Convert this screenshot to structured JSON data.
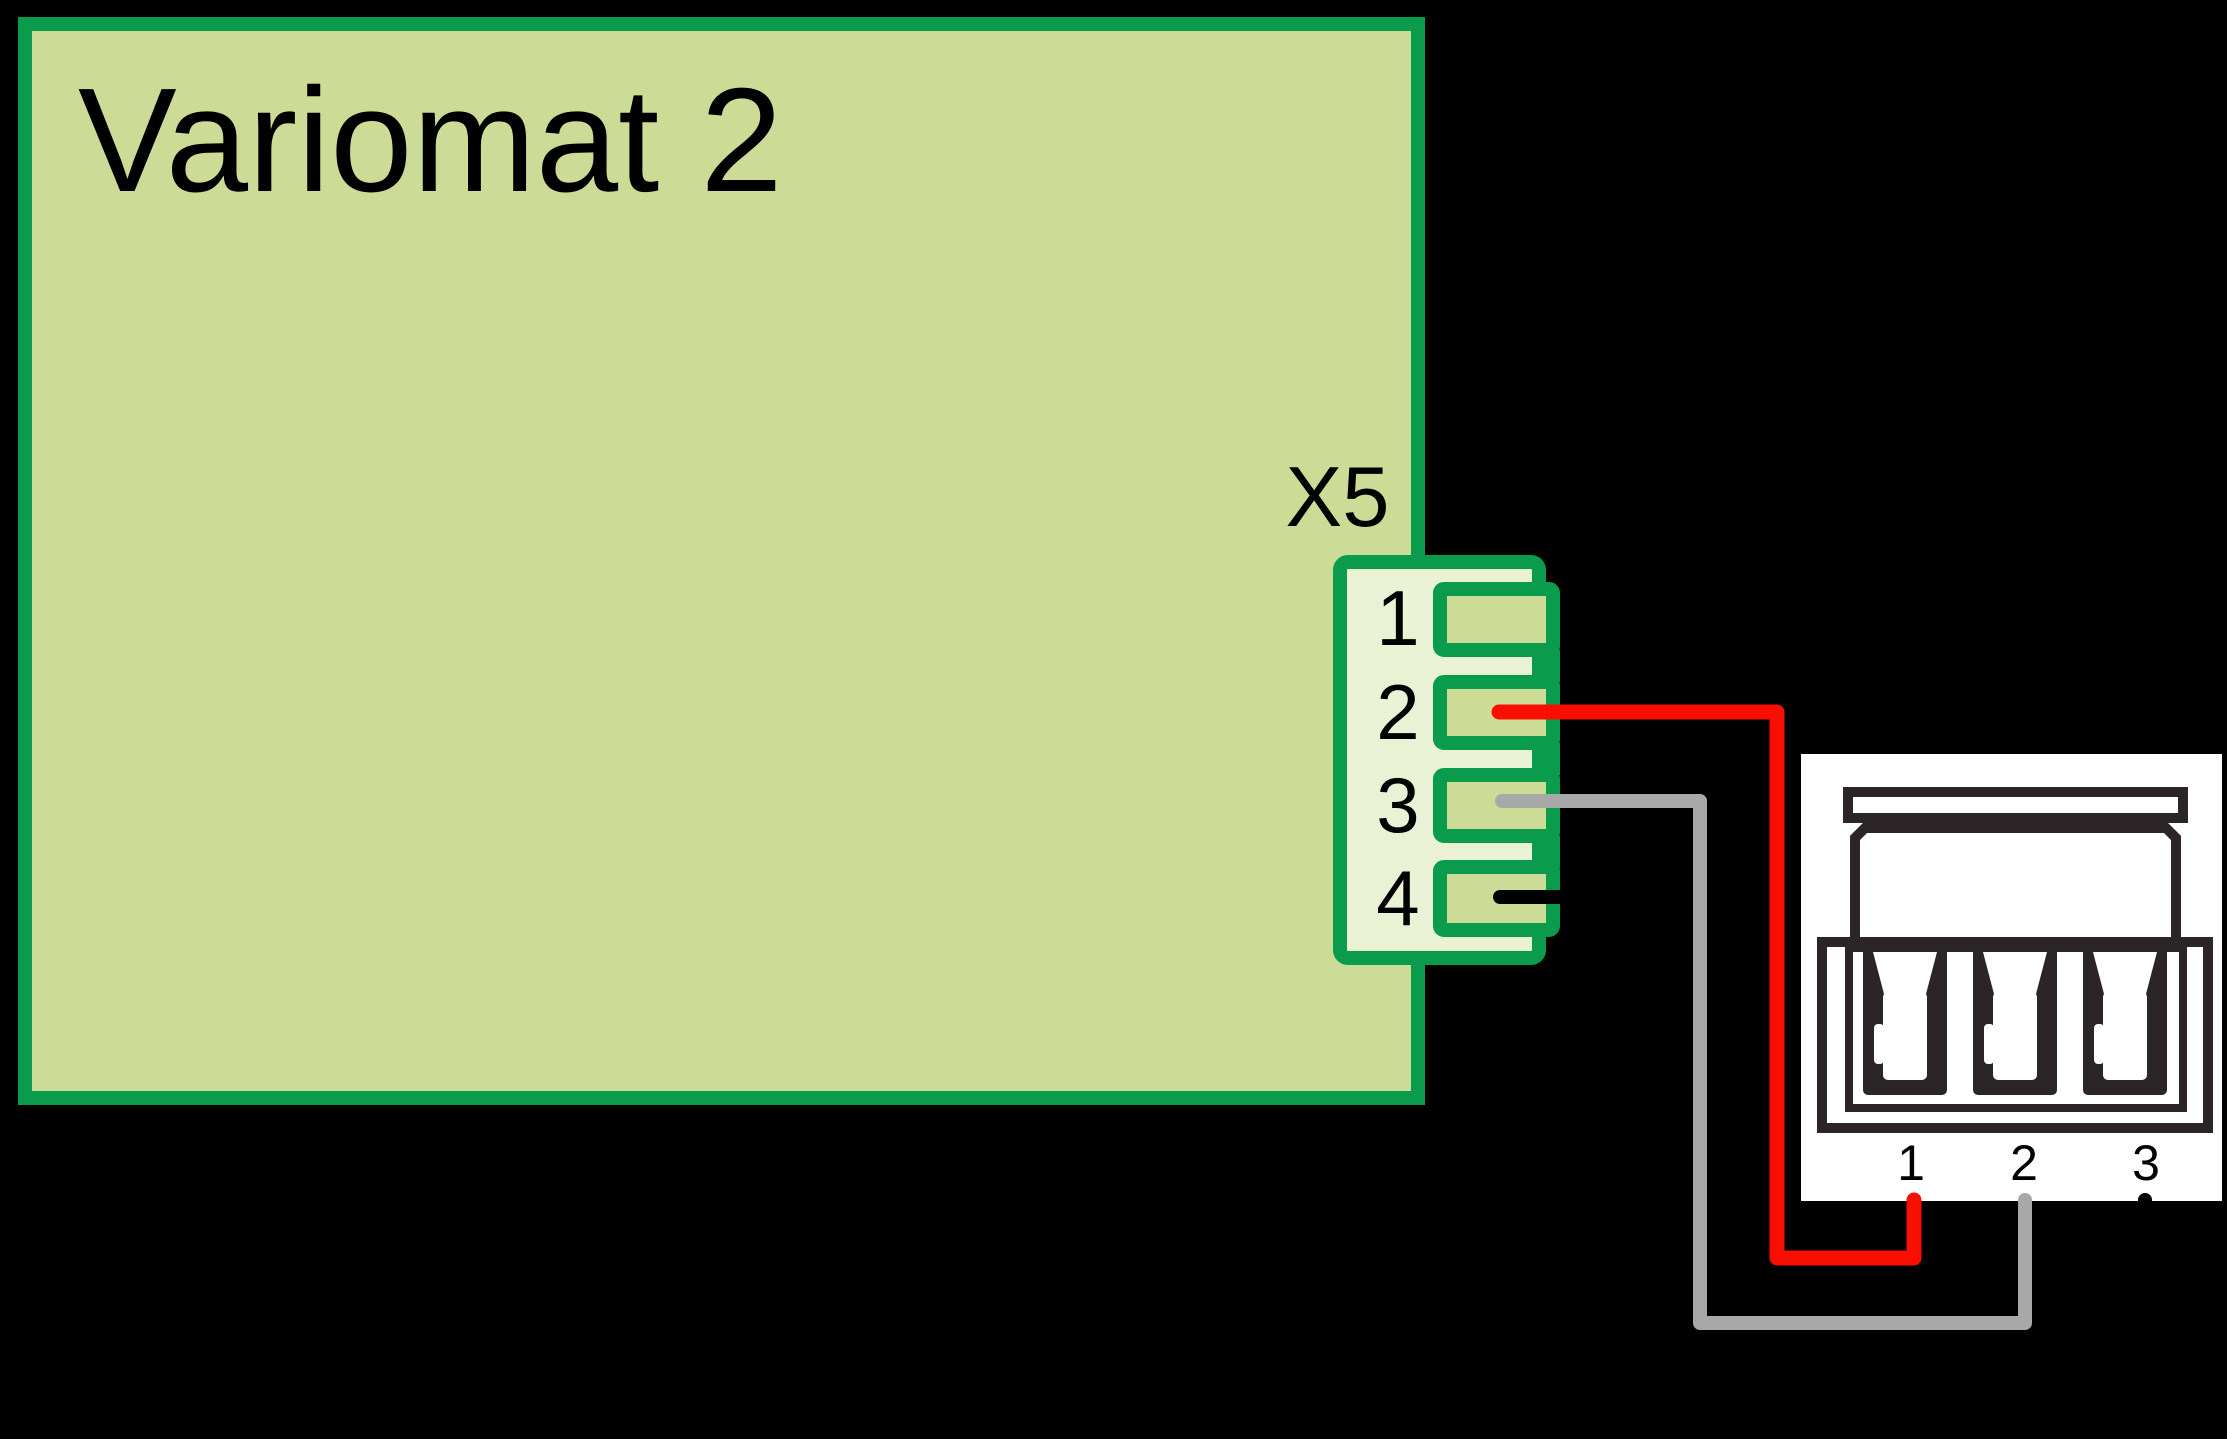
{
  "board": {
    "title": "Variomat 2",
    "fill_color": "#ccdc96",
    "border_color": "#0a9b4c"
  },
  "connector": {
    "label": "X5",
    "body_fill_color": "#eaf2d5",
    "pin_fill_color": "#ccdc96",
    "pins": [
      {
        "label": "1"
      },
      {
        "label": "2"
      },
      {
        "label": "3"
      },
      {
        "label": "4"
      }
    ]
  },
  "wires": [
    {
      "name": "red-wire",
      "color": "#f90f02",
      "from": "X5 pin 2",
      "to": "terminal 1"
    },
    {
      "name": "gray-wire",
      "color": "#a8a8a8",
      "from": "X5 pin 3",
      "to": "terminal 2"
    },
    {
      "name": "black-wire",
      "color": "#000000",
      "from": "X5 pin 4",
      "to": "terminal 3"
    }
  ],
  "terminal": {
    "box_color": "#ffffff",
    "ink_color": "#2b2527",
    "pins": [
      {
        "label": "1"
      },
      {
        "label": "2"
      },
      {
        "label": "3"
      }
    ]
  }
}
